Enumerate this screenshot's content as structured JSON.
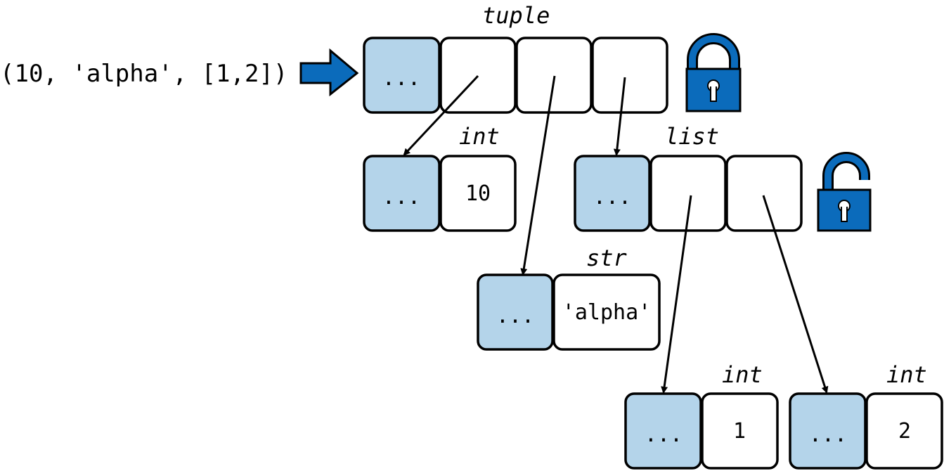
{
  "expression": "(10, 'alpha', [1,2])",
  "header_placeholder": "...",
  "colors": {
    "header_fill": "#b4d4ea",
    "cell_fill": "#ffffff",
    "arrow_fill": "#0b6bbb",
    "lock_fill": "#0b6bbb",
    "stroke": "#000000"
  },
  "objects": {
    "tuple": {
      "type": "tuple",
      "values": [
        "",
        "",
        ""
      ],
      "lock": "locked-icon"
    },
    "int10": {
      "type": "int",
      "values": [
        "10"
      ]
    },
    "list": {
      "type": "list",
      "values": [
        "",
        ""
      ],
      "lock": "unlocked-icon"
    },
    "str": {
      "type": "str",
      "values": [
        "'alpha'"
      ]
    },
    "int1": {
      "type": "int",
      "values": [
        "1"
      ]
    },
    "int2": {
      "type": "int",
      "values": [
        "2"
      ]
    }
  }
}
